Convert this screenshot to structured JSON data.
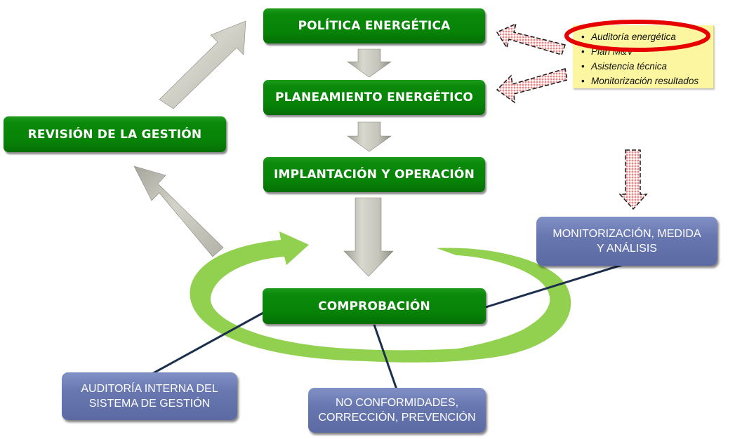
{
  "diagram": {
    "type": "energy-management-cycle",
    "process_steps": [
      {
        "id": "politica",
        "label": "POLÍTICA ENERGÉTICA"
      },
      {
        "id": "planeamiento",
        "label": "PLANEAMIENTO ENERGÉTICO"
      },
      {
        "id": "implantacion",
        "label": "IMPLANTACIÓN Y OPERACIÓN"
      },
      {
        "id": "comprobacion",
        "label": "COMPROBACIÓN"
      },
      {
        "id": "revision",
        "label": "REVISIÓN DE LA GESTIÓN"
      }
    ],
    "check_subitems": [
      {
        "id": "monitorizacion",
        "line1": "MONITORIZACIÓN, MEDIDA",
        "line2": "Y ANÁLISIS"
      },
      {
        "id": "auditoria_interna",
        "line1": "AUDITORÍA INTERNA DEL",
        "line2": "SISTEMA DE GESTIÓN"
      },
      {
        "id": "no_conformidades",
        "line1": "NO CONFORMIDADES,",
        "line2": "CORRECCIÓN, PREVENCIÓN"
      }
    ],
    "services_note": {
      "items": [
        "Auditoría energética",
        "Plan M&V",
        "Asistencia técnica",
        "Monitorización resultados"
      ],
      "highlighted_item": "Auditoría energética",
      "bullet": "•"
    },
    "edges": [
      {
        "from": "politica",
        "to": "planeamiento",
        "style": "gray-arrow"
      },
      {
        "from": "planeamiento",
        "to": "implantacion",
        "style": "gray-arrow"
      },
      {
        "from": "implantacion",
        "to": "comprobacion",
        "style": "gray-arrow"
      },
      {
        "from": "comprobacion",
        "to": "revision",
        "style": "gray-arrow"
      },
      {
        "from": "revision",
        "to": "politica",
        "style": "gray-arrow"
      },
      {
        "from": "services_note",
        "to": "politica",
        "style": "dashed-pink-arrow"
      },
      {
        "from": "services_note",
        "to": "planeamiento",
        "style": "dashed-pink-arrow"
      },
      {
        "from": "services_note",
        "to": "monitorizacion",
        "style": "dashed-pink-arrow"
      },
      {
        "from": "comprobacion",
        "to": "monitorizacion",
        "style": "connector-line"
      },
      {
        "from": "comprobacion",
        "to": "auditoria_interna",
        "style": "connector-line"
      },
      {
        "from": "comprobacion",
        "to": "no_conformidades",
        "style": "connector-line"
      }
    ],
    "colors": {
      "process_box": "#088408",
      "sub_box": "#6674ad",
      "cycle_ring": "#92d050",
      "gray_arrow": "#c4c3b8",
      "pink_arrow": "#f2b8b8",
      "note_bg": "#fcf6a0",
      "highlight_ring": "#e60000",
      "connector": "#1b2f4d"
    }
  }
}
